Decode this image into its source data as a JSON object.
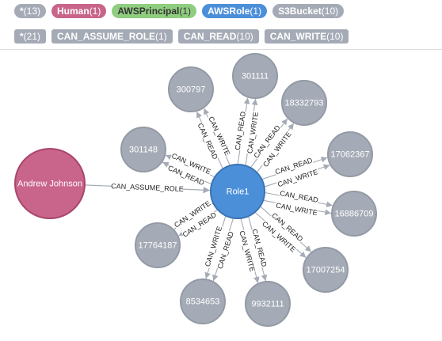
{
  "legend": {
    "labels": [
      {
        "name": "*",
        "count": "(13)",
        "color": "#a5abb6",
        "dark": false
      },
      {
        "name": "Human",
        "count": "(1)",
        "color": "#c9648a",
        "dark": false
      },
      {
        "name": "AWSPrincipal",
        "count": "(1)",
        "color": "#8fce7f",
        "dark": true
      },
      {
        "name": "AWSRole",
        "count": "(1)",
        "color": "#4c8fd9",
        "dark": false
      },
      {
        "name": "S3Bucket",
        "count": "(10)",
        "color": "#a5abb6",
        "dark": false
      }
    ],
    "relationships": [
      {
        "name": "*",
        "count": "(21)"
      },
      {
        "name": "CAN_ASSUME_ROLE",
        "count": "(1)"
      },
      {
        "name": "CAN_READ",
        "count": "(10)"
      },
      {
        "name": "CAN_WRITE",
        "count": "(10)"
      }
    ],
    "rel_color": "#a5abb6"
  },
  "graph": {
    "colors": {
      "human": "#c9648a",
      "human_border": "#a8466b",
      "role": "#4c8fd9",
      "role_border": "#3b73b4",
      "bucket": "#a5abb6",
      "bucket_border": "#939aa5",
      "edge": "#a5abb6"
    },
    "human": {
      "label": "Andrew Johnson"
    },
    "role": {
      "label": "Role1"
    },
    "assume_label": "CAN_ASSUME_ROLE",
    "read_label": "CAN_READ",
    "write_label": "CAN_WRITE",
    "buckets": [
      "301111",
      "18332793",
      "17062367",
      "16886709",
      "17007254",
      "9932111",
      "8534653",
      "17764187",
      "301148",
      "300797"
    ]
  }
}
